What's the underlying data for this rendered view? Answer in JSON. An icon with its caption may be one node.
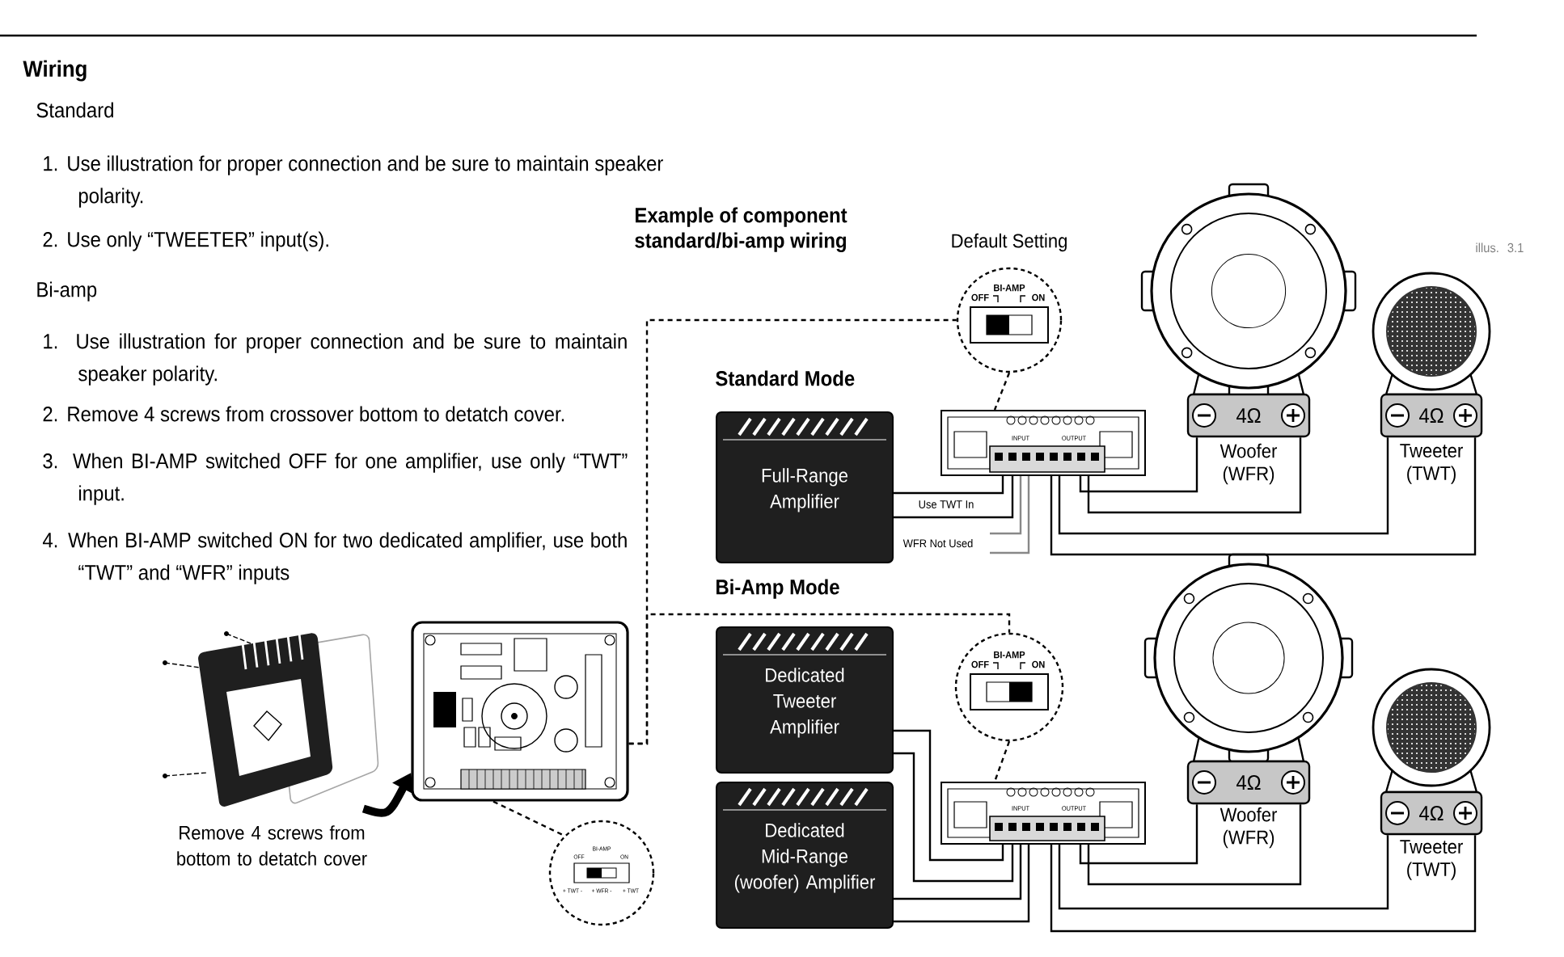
{
  "diagram": {
    "title": "Wiring",
    "nodes": [
      {
        "text": [
          "Full-Range Amplifier"
        ]
      },
      {
        "text": [
          "INPUT",
          "OUTPUT"
        ]
      },
      {
        "text": [
          "4Ω"
        ],
        "beside": [
          "Woofer (WFR)"
        ]
      },
      {
        "text": [
          "4Ω"
        ],
        "beside": [
          "Tweeter (TWT)"
        ]
      },
      {
        "text": [
          "Dedicated Tweeter Amplifier"
        ]
      },
      {
        "text": [
          "Dedicated Mid-Range (woofer) Amplifier"
        ]
      },
      {
        "text": [
          "INPUT",
          "OUTPUT"
        ]
      },
      {
        "text": [
          "4Ω"
        ],
        "beside": [
          "Woofer (WFR)"
        ]
      },
      {
        "text": [
          "4Ω"
        ],
        "beside": [
          "Tweeter (TWT)"
        ]
      },
      {
        "text": [
          "BI-AMP",
          "OFF",
          "ON"
        ],
        "beside": [
          "Default Setting"
        ]
      },
      {
        "text": [
          "BI-AMP",
          "OFF",
          "ON"
        ]
      },
      {
        "text": [],
        "shape": "picture"
      },
      {
        "text": [
          "BI-AMP",
          "OFF",
          "ON",
          "+ TWT -",
          "+ WFR -",
          "+ TWT"
        ]
      },
      {
        "text": [],
        "shape": "picture",
        "beside": [
          "Remove 4 screws from bottom to detatch cover"
        ]
      }
    ],
    "edges": [
      {
        "from": 0,
        "to": 1,
        "arrow": "none",
        "label": "Use TWT In"
      },
      {
        "from": 0,
        "to": 1,
        "arrow": "none"
      },
      {
        "from": 1,
        "to": null,
        "arrow": "none",
        "label": "WFR Not Used",
        "color": "#888888"
      },
      {
        "from": 1,
        "to": null,
        "arrow": "none",
        "color": "#888888"
      },
      {
        "from": 1,
        "to": 2,
        "arrow": "none"
      },
      {
        "from": 1,
        "to": 2,
        "arrow": "none"
      },
      {
        "from": 1,
        "to": 3,
        "arrow": "none"
      },
      {
        "from": 1,
        "to": 3,
        "arrow": "none"
      },
      {
        "from": 4,
        "to": 6,
        "arrow": "none"
      },
      {
        "from": 4,
        "to": 6,
        "arrow": "none"
      },
      {
        "from": 5,
        "to": 6,
        "arrow": "none"
      },
      {
        "from": 5,
        "to": 6,
        "arrow": "none"
      },
      {
        "from": 6,
        "to": 7,
        "arrow": "none"
      },
      {
        "from": 6,
        "to": 7,
        "arrow": "none"
      },
      {
        "from": 6,
        "to": 8,
        "arrow": "none"
      },
      {
        "from": 6,
        "to": 8,
        "arrow": "none"
      },
      {
        "from": 9,
        "to": 1,
        "arrow": "none",
        "style": "dashed"
      },
      {
        "from": 10,
        "to": 6,
        "arrow": "none",
        "style": "dashed"
      },
      {
        "from": 11,
        "to": 9,
        "arrow": "none",
        "style": "dashed"
      },
      {
        "from": 11,
        "to": 10,
        "arrow": "none",
        "style": "dashed"
      },
      {
        "from": 11,
        "to": 12,
        "arrow": "none",
        "style": "dashed"
      },
      {
        "from": 13,
        "to": 11,
        "arrow": "to",
        "style": "thick"
      }
    ],
    "labels": [
      "Standard",
      "1. Use illustration for proper connection and be sure to maintain speaker polarity.",
      "2. Use only “TWEETER” input(s).",
      "Bi-amp",
      "1. Use illustration for proper connection and be sure to maintain speaker polarity.",
      "2. Remove 4 screws from crossover bottom to detatch cover.",
      "3. When BI-AMP switched OFF for one amplifier, use only “TWT” input.",
      "4. When BI-AMP switched ON for two dedicated amplifier, use both “TWT” and “WFR” inputs",
      "Example of component standard/bi-amp wiring",
      "illus. 3.1",
      "Standard Mode",
      "Bi-Amp Mode"
    ]
  }
}
